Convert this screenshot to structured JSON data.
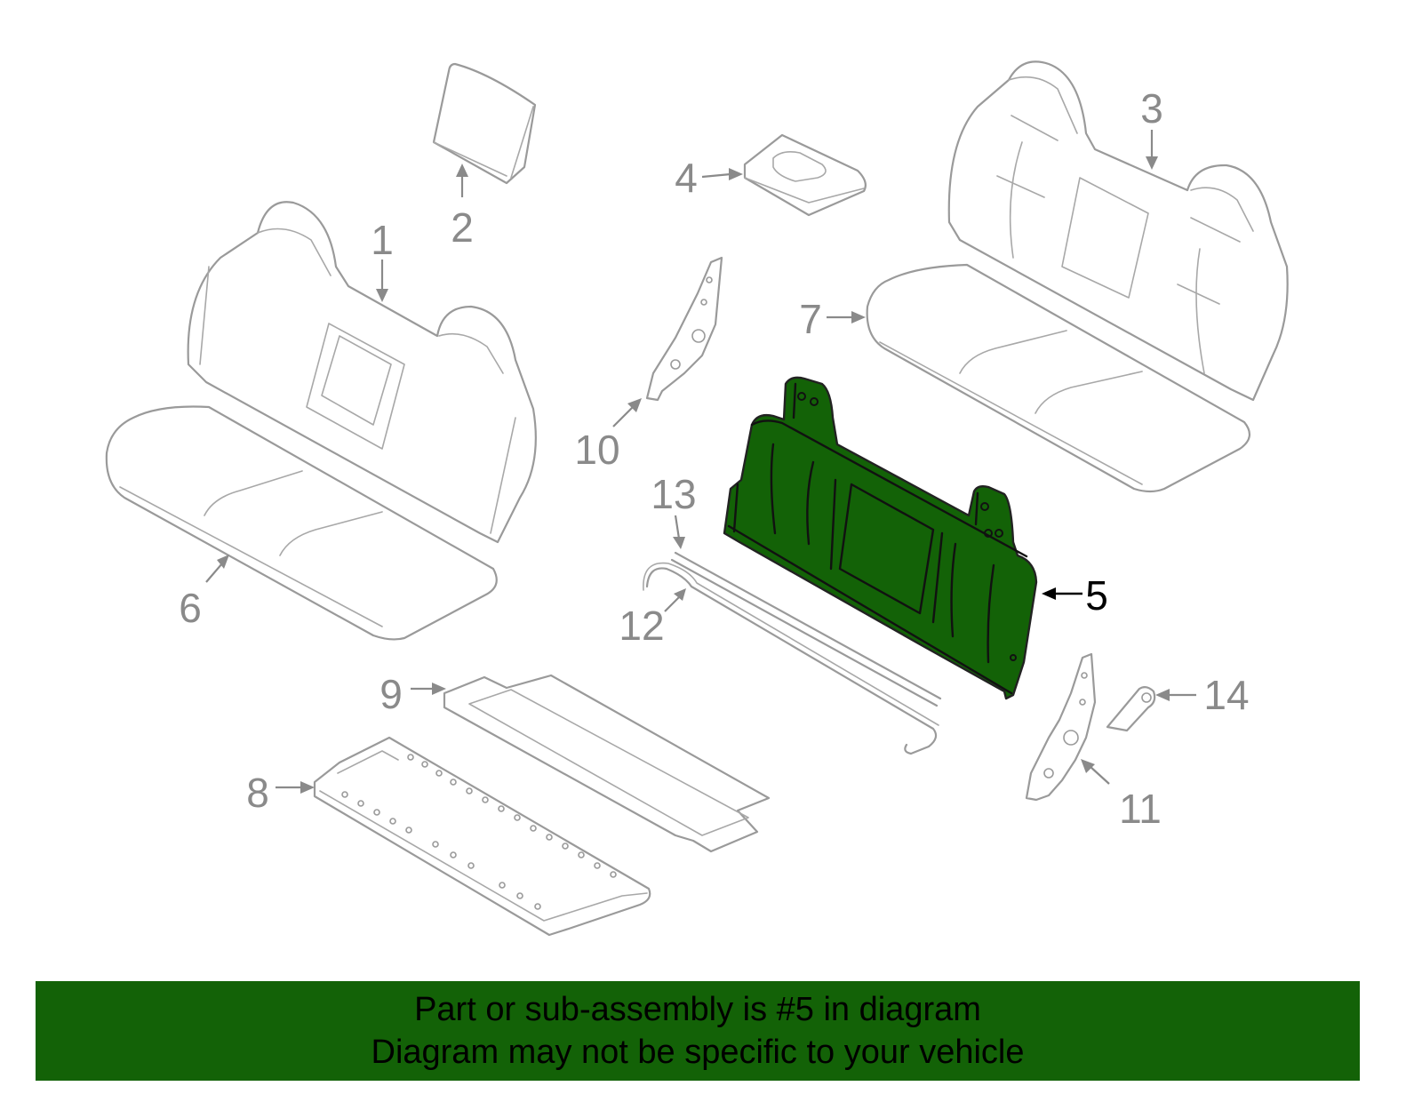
{
  "diagram": {
    "callouts": {
      "c1": "1",
      "c2": "2",
      "c3": "3",
      "c4": "4",
      "c5": "5",
      "c6": "6",
      "c7": "7",
      "c8": "8",
      "c9": "9",
      "c10": "10",
      "c11": "11",
      "c12": "12",
      "c13": "13",
      "c14": "14"
    },
    "highlighted_part": "5",
    "colors": {
      "highlight": "#136207",
      "outline": "#9a9a9a",
      "banner": "#136207"
    }
  },
  "banner": {
    "line1": "Part or sub-assembly is #5 in diagram",
    "line2": "Diagram may not be specific to your vehicle"
  }
}
